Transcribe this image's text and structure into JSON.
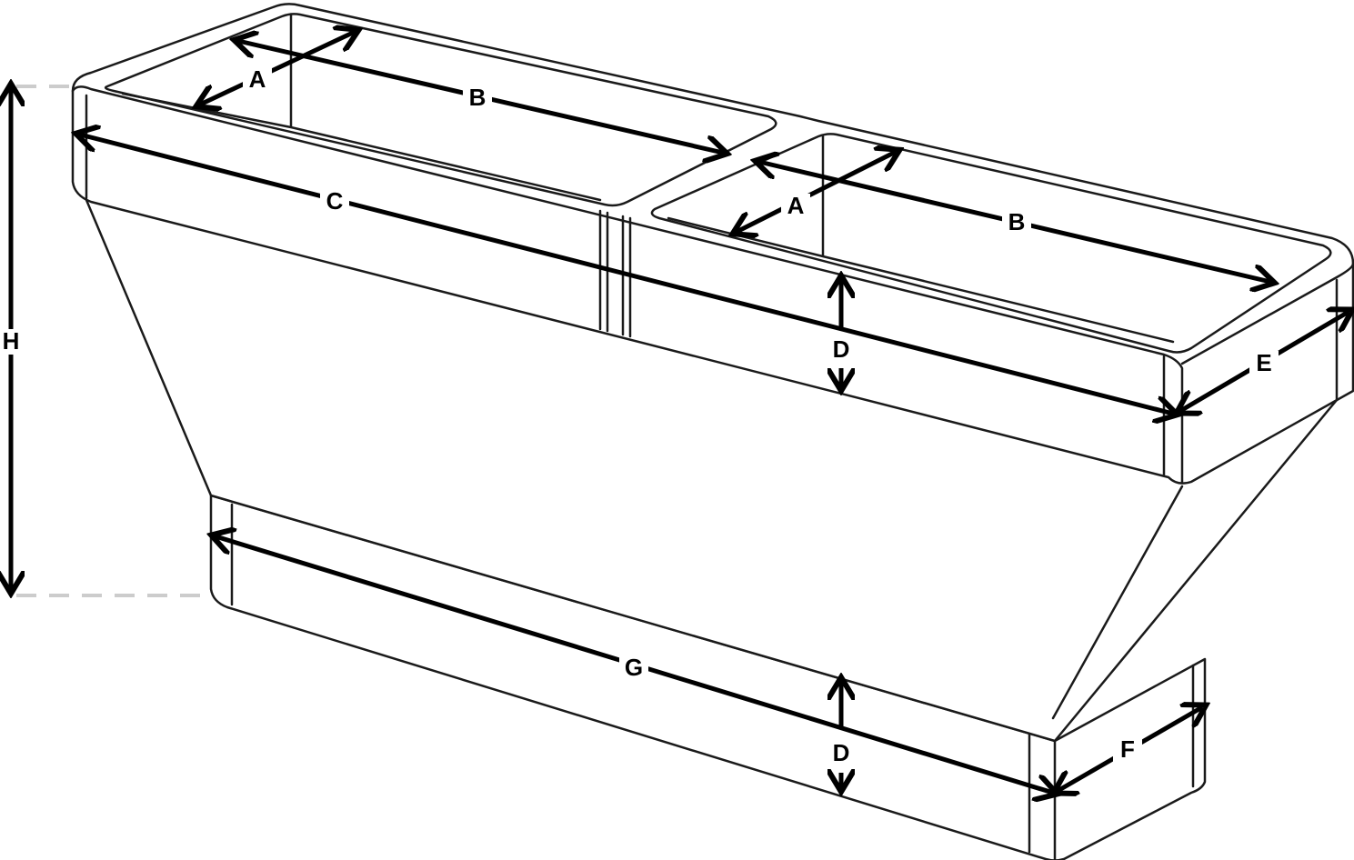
{
  "diagram": {
    "type": "dimension drawing of a two-compartment tapered rectangular box",
    "labels": {
      "a_left": "A",
      "b_left": "B",
      "c": "C",
      "a_right": "A",
      "b_right": "B",
      "d_top": "D",
      "e": "E",
      "g": "G",
      "d_bottom": "D",
      "f": "F",
      "h": "H"
    }
  }
}
